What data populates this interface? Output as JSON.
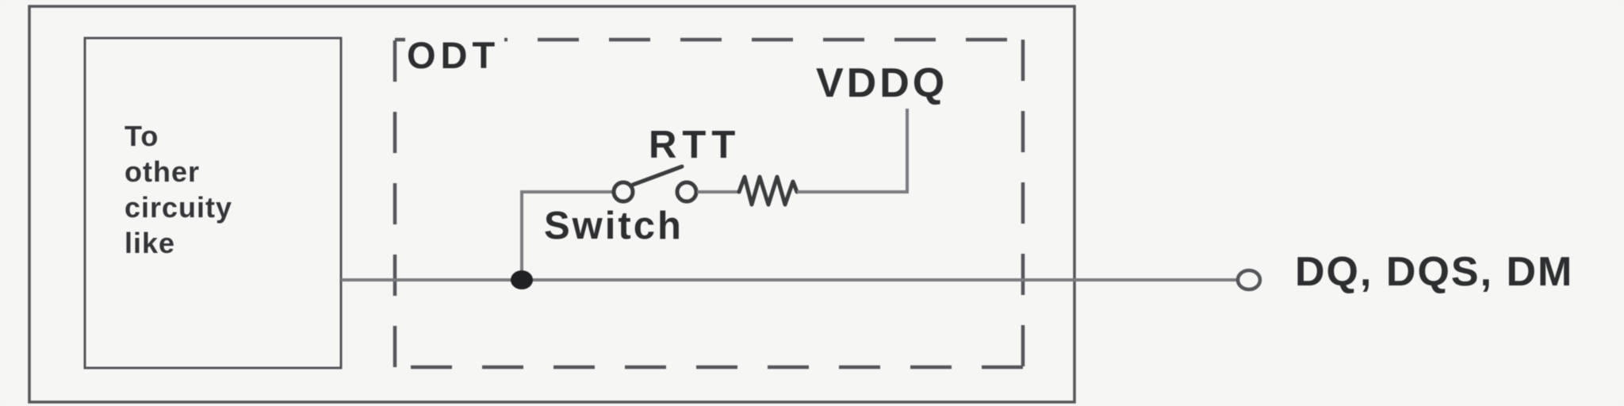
{
  "diagram": {
    "type": "circuit-schematic",
    "labels": {
      "block": "To\nother\ncircuity\nlike",
      "odt": "ODT",
      "rtt": "RTT",
      "switch": "Switch",
      "vddq": "VDDQ",
      "signals": "DQ, DQS, DM"
    },
    "colors": {
      "background": "#f6f6f5",
      "box_stroke": "#54565a",
      "wire_stroke": "#7a7c7f",
      "component_stroke": "#3a3c3e",
      "junction_fill": "#1f2123",
      "text": "#2c2e30"
    }
  }
}
